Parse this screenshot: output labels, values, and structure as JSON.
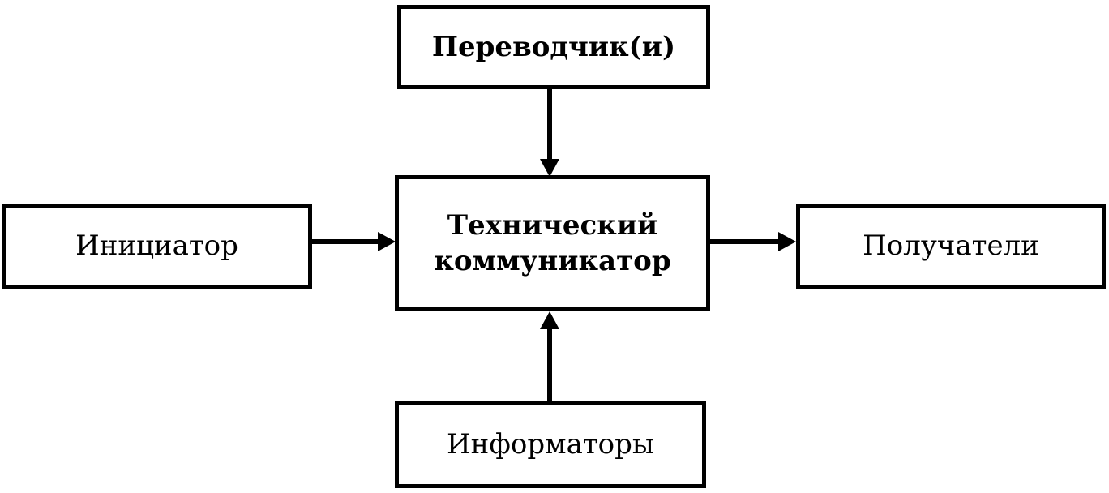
{
  "diagram": {
    "nodes": {
      "translators": {
        "label": "Переводчик(и)"
      },
      "communicator": {
        "label_line1": "Технический",
        "label_line2": "коммуникатор"
      },
      "initiator": {
        "label": "Инициатор"
      },
      "recipients": {
        "label": "Получатели"
      },
      "informators": {
        "label": "Информаторы"
      }
    },
    "edges": [
      {
        "from": "translators",
        "to": "communicator"
      },
      {
        "from": "initiator",
        "to": "communicator"
      },
      {
        "from": "communicator",
        "to": "recipients"
      },
      {
        "from": "informators",
        "to": "communicator"
      }
    ],
    "colors": {
      "stroke": "#000000",
      "fill": "#ffffff"
    }
  }
}
